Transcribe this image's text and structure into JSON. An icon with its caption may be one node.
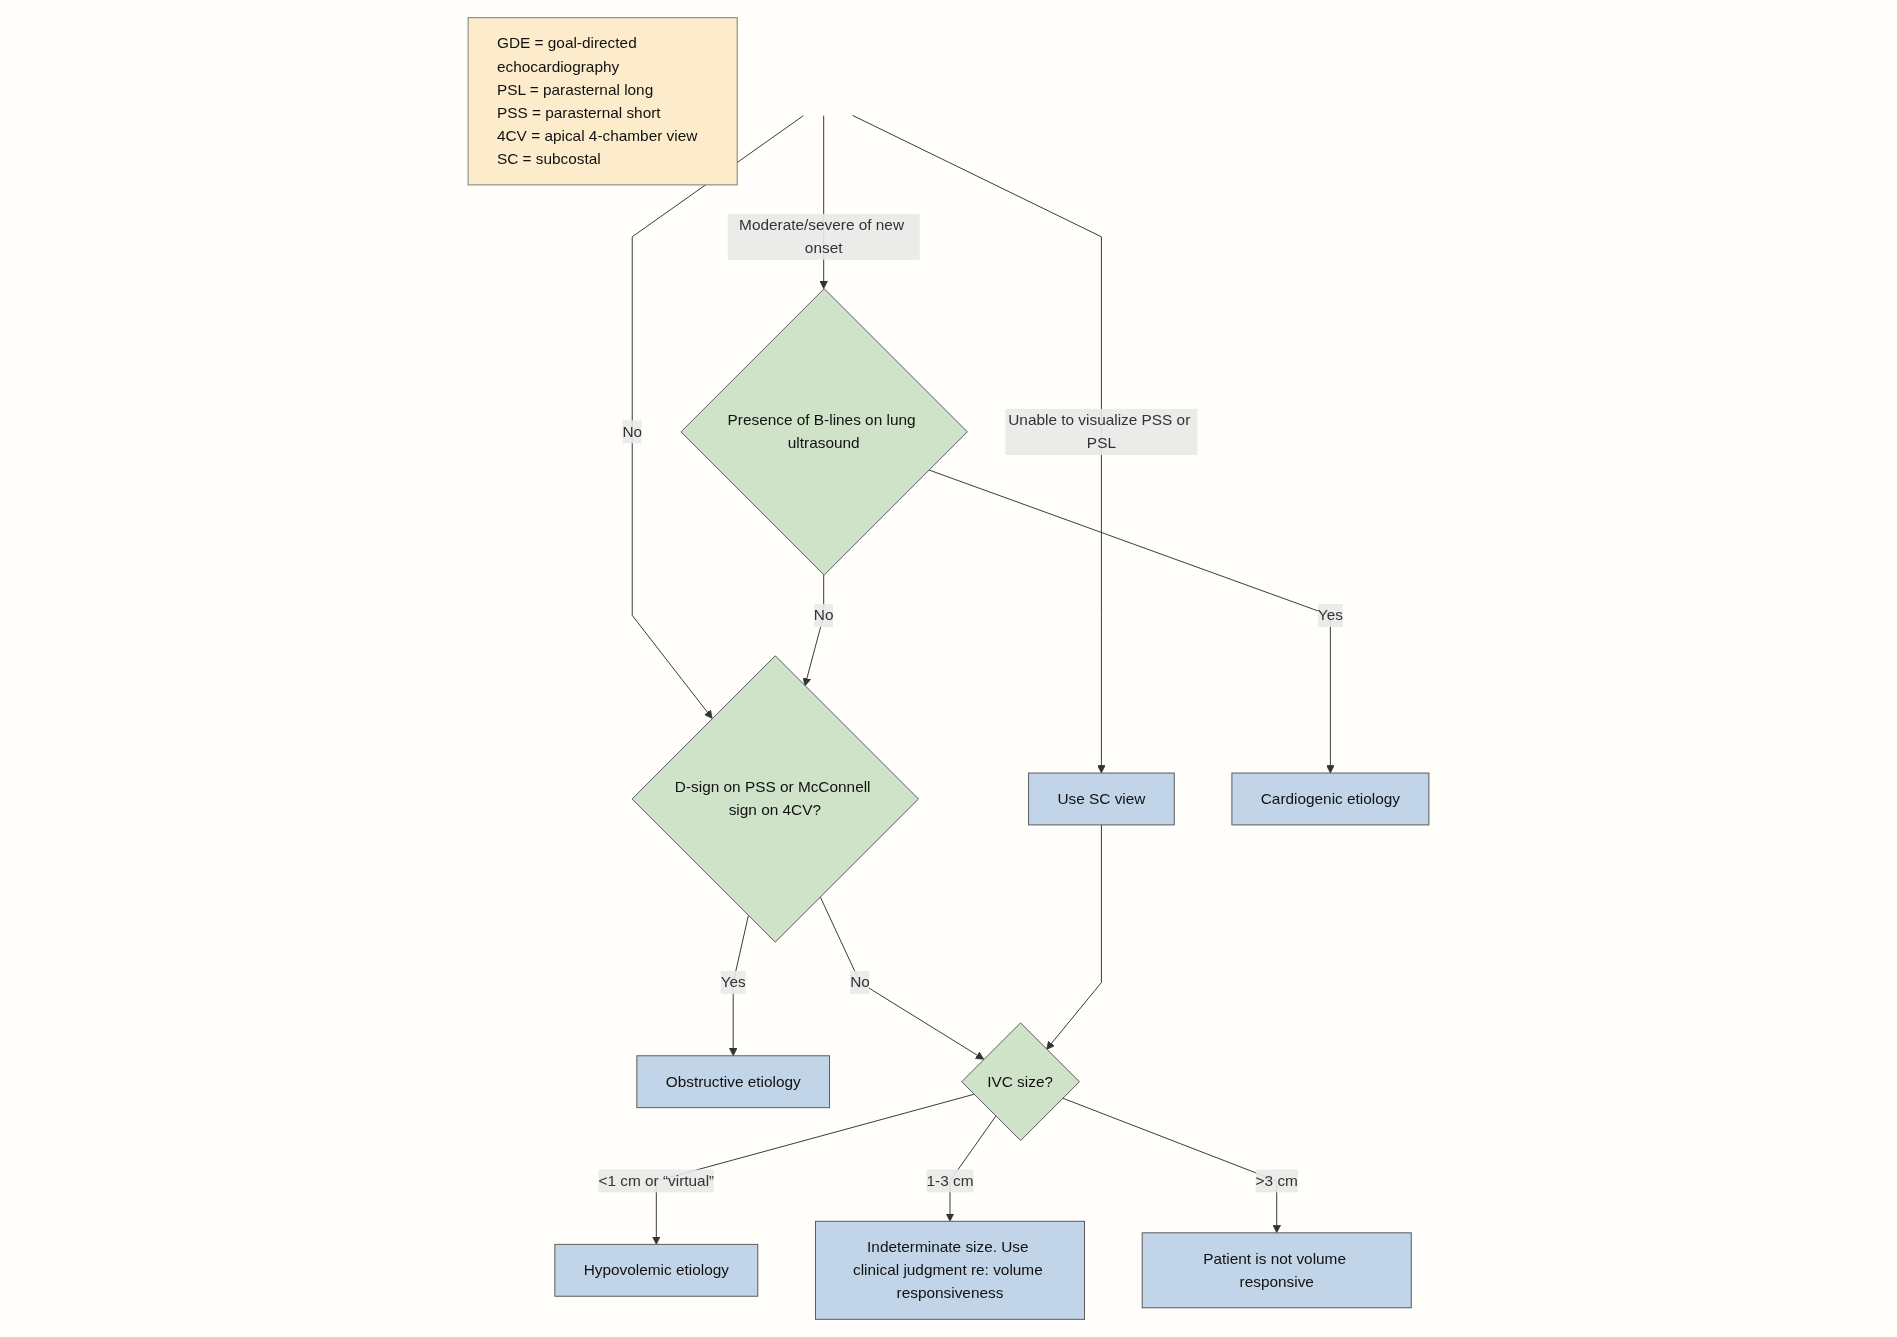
{
  "diagram": {
    "nodes": [
      {
        "text": [
          "D-sign on PSS or McConnell sign on 4CV?"
        ]
      },
      {
        "text": [
          "Obstructive etiology"
        ]
      },
      {
        "text": [
          "Use SC view"
        ]
      },
      {
        "text": [
          "Presence of B-lines on lung ultrasound"
        ]
      },
      {
        "text": [
          "Cardiogenic etiology"
        ]
      },
      {
        "text": [
          "IVC size?"
        ]
      },
      {
        "text": [
          "Hypovolemic etiology"
        ]
      },
      {
        "text": [
          "Patient is not volume responsive"
        ]
      },
      {
        "text": [
          "Indeterminate size. Use clinical judgment re: volume responsiveness"
        ]
      },
      {
        "text": [
          "GDE = goal-directed echocardiography",
          "PSL = parasternal long",
          "PSS = parasternal short",
          "4CV = apical 4-chamber view",
          "SC = subcostal"
        ]
      }
    ],
    "edges": [
      {
        "from": null,
        "to": 0,
        "arrow": "to",
        "label": "No"
      },
      {
        "from": null,
        "to": 2,
        "arrow": "to",
        "label": "Unable to visualize PSS or PSL"
      },
      {
        "from": null,
        "to": 3,
        "arrow": "to",
        "label": "Moderate/severe of new onset"
      },
      {
        "from": 0,
        "to": 1,
        "arrow": "to",
        "label": "Yes"
      },
      {
        "from": 0,
        "to": 5,
        "arrow": "to",
        "label": "No"
      },
      {
        "from": 3,
        "to": 0,
        "arrow": "to",
        "label": "No"
      },
      {
        "from": 3,
        "to": 4,
        "arrow": "to",
        "label": "Yes"
      },
      {
        "from": 2,
        "to": 5,
        "arrow": "to"
      },
      {
        "from": 5,
        "to": 6,
        "arrow": "to",
        "label": "<1 cm or “virtual”"
      },
      {
        "from": 5,
        "to": 8,
        "arrow": "to",
        "label": "1-3 cm"
      },
      {
        "from": 5,
        "to": 7,
        "arrow": "to",
        "label": ">3 cm"
      }
    ]
  }
}
